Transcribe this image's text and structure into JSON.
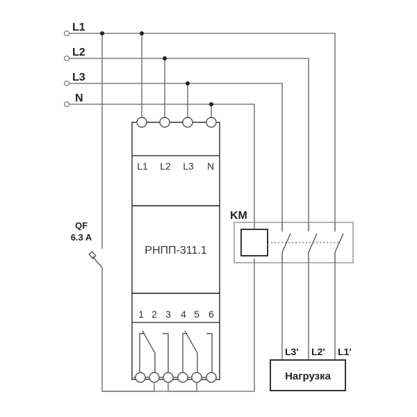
{
  "inputs": {
    "L1": "L1",
    "L2": "L2",
    "L3": "L3",
    "N": "N"
  },
  "relay": {
    "model": "РНПП-311.1",
    "top_terminals": [
      "L1",
      "L2",
      "L3",
      "N"
    ],
    "bottom_terminals": [
      "1",
      "2",
      "3",
      "4",
      "5",
      "6"
    ]
  },
  "breaker": {
    "name": "QF",
    "rating": "6.3 A"
  },
  "contactor": {
    "name": "KM"
  },
  "load": {
    "name": "Нагрузка",
    "terminals": [
      "L3'",
      "L2'",
      "L1'"
    ]
  },
  "colors": {
    "wire": "#7d7d7d",
    "outline": "#333333",
    "node": "#222222"
  }
}
